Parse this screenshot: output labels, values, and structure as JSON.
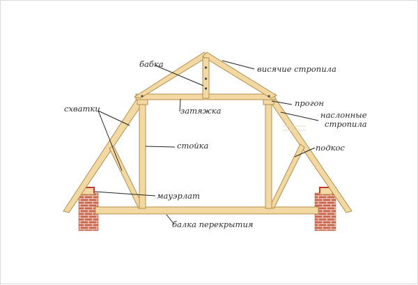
{
  "labels": {
    "babka": "бабка",
    "visyachie": "висячие стропила",
    "progon": "прогон",
    "zatyazhka": "затяжка",
    "naslonnye_1": "наслонные",
    "naslonnye_2": "стропила",
    "skhvatki": "схватки",
    "stoyka": "стойка",
    "podkos": "подкос",
    "mauerlat": "мауэрлат",
    "balka": "балка перекрытия"
  },
  "colors": {
    "wood": "#f2d9a3",
    "wood_edge": "#b58d4a",
    "brick": "#c9654c",
    "mortar": "#f3e6de",
    "metal": "#c0392b"
  }
}
